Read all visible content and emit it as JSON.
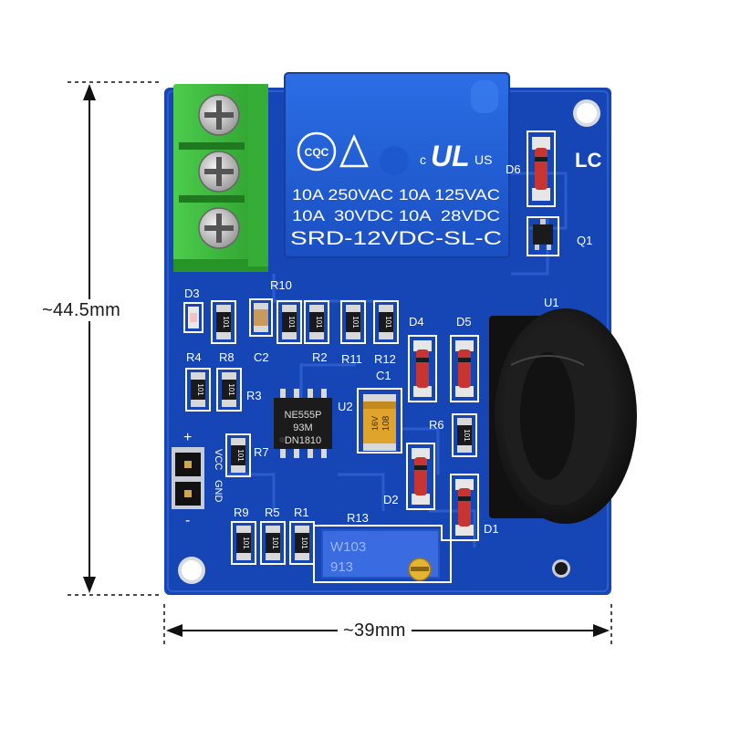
{
  "dimensions": {
    "height_label": "~44.5mm",
    "width_label": "~39mm"
  },
  "board": {
    "color": "#1747b8",
    "brand": "LC",
    "relay": {
      "color": "#1f5fd6",
      "cert_cqc": "CQC",
      "cert_c": "c",
      "cert_ul": "UL",
      "cert_us": "US",
      "rating_line_1": "10A 250VAC 10A 125VAC",
      "rating_line_2": "10A  30VDC 10A  28VDC",
      "model": "SRD-12VDC-SL-C"
    },
    "terminal_color": "#3dbb3d",
    "ic": {
      "line1": "NE555P",
      "line2": "93M",
      "line3": "DN1810",
      "ref": "U2"
    },
    "capacitor": {
      "code": "108",
      "ref": "C1",
      "alt_code": "16V"
    },
    "potentiometer": {
      "line1": "W103",
      "line2": "913",
      "ref": "R13"
    },
    "sensor_ref": "U1",
    "header_labels": {
      "plus": "+",
      "minus": "-",
      "vcc": "VCC",
      "gnd": "GND"
    },
    "resistor_code": "101",
    "labels": [
      {
        "id": "D3",
        "text": "D3"
      },
      {
        "id": "R10",
        "text": "R10"
      },
      {
        "id": "C2",
        "text": "C2"
      },
      {
        "id": "R2",
        "text": "R2"
      },
      {
        "id": "R11",
        "text": "R11"
      },
      {
        "id": "R12",
        "text": "R12"
      },
      {
        "id": "R4",
        "text": "R4"
      },
      {
        "id": "R8",
        "text": "R8"
      },
      {
        "id": "R3",
        "text": "R3"
      },
      {
        "id": "R7",
        "text": "R7"
      },
      {
        "id": "D4",
        "text": "D4"
      },
      {
        "id": "D5",
        "text": "D5"
      },
      {
        "id": "R6",
        "text": "R6"
      },
      {
        "id": "D2",
        "text": "D2"
      },
      {
        "id": "D1",
        "text": "D1"
      },
      {
        "id": "D6",
        "text": "D6"
      },
      {
        "id": "Q1",
        "text": "Q1"
      },
      {
        "id": "R9",
        "text": "R9"
      },
      {
        "id": "R5",
        "text": "R5"
      },
      {
        "id": "R1",
        "text": "R1"
      }
    ]
  }
}
